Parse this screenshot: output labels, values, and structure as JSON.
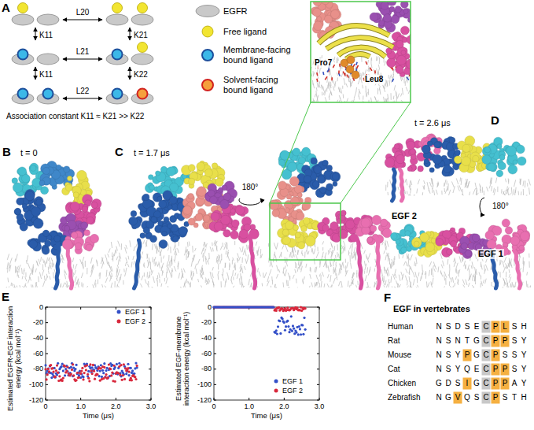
{
  "diagram": {
    "labels": [
      "A",
      "L20",
      "K11",
      "K21",
      "L21",
      "K11",
      "K22",
      "L22",
      "Association constant K11 ≈ K21 >> K22",
      "B",
      "t = 0",
      "C",
      "t = 1.7 μs",
      "180°",
      "Pro7",
      "Leu8",
      "D",
      "t = 2.6 μs",
      "180°",
      "EGF 2",
      "EGF 1",
      "E",
      "Estimated EGFR-EGF interaction energy (kcal mol⁻¹)",
      "0",
      "-20",
      "-40",
      "-60",
      "-80",
      "-100",
      "-120",
      "0",
      "1.0",
      "2.0",
      "3.0",
      "Time (μs)",
      "Estimated EGF-membrane interaction energy (kcal mol⁻¹)",
      "0",
      "-20",
      "-40",
      "-60",
      "-80",
      "-100",
      "-120",
      "0",
      "1.0",
      "2.0",
      "3.0",
      "Time (μs)",
      "F",
      "EGF in vertebrates",
      "Human",
      "N",
      "S",
      "D",
      "S",
      "E",
      "C",
      "P",
      "L",
      "S",
      "H",
      "Rat",
      "N",
      "S",
      "N",
      "T",
      "G",
      "C",
      "P",
      "P",
      "S",
      "Y",
      "Mouse",
      "N",
      "S",
      "Y",
      "P",
      "G",
      "C",
      "P",
      "S",
      "S",
      "Y",
      "Cat",
      "N",
      "S",
      "Y",
      "Q",
      "E",
      "C",
      "P",
      "P",
      "S",
      "Y",
      "Chicken",
      "G",
      "D",
      "S",
      "I",
      "G",
      "C",
      "P",
      "P",
      "A",
      "Y",
      "Zebrafish",
      "N",
      "G",
      "V",
      "Q",
      "S",
      "C",
      "P",
      "S",
      "T",
      "H"
    ],
    "legend": [
      {
        "text": "EGFR",
        "color": "#c9c9c9"
      },
      {
        "text": "Free ligand",
        "color": "#f2e531"
      },
      {
        "text": "Membrane-facing bound ligand",
        "color": "#3cb8e8"
      },
      {
        "text": "Solvent-facing bound ligand",
        "color": "#f5a03c"
      },
      {
        "text": "EGF 1",
        "color": "#3450c8"
      },
      {
        "text": "EGF 2",
        "color": "#d8283c"
      },
      {
        "text": "EGF 1",
        "color": "#3450c8"
      },
      {
        "text": "EGF 2",
        "color": "#d8283c"
      }
    ]
  }
}
